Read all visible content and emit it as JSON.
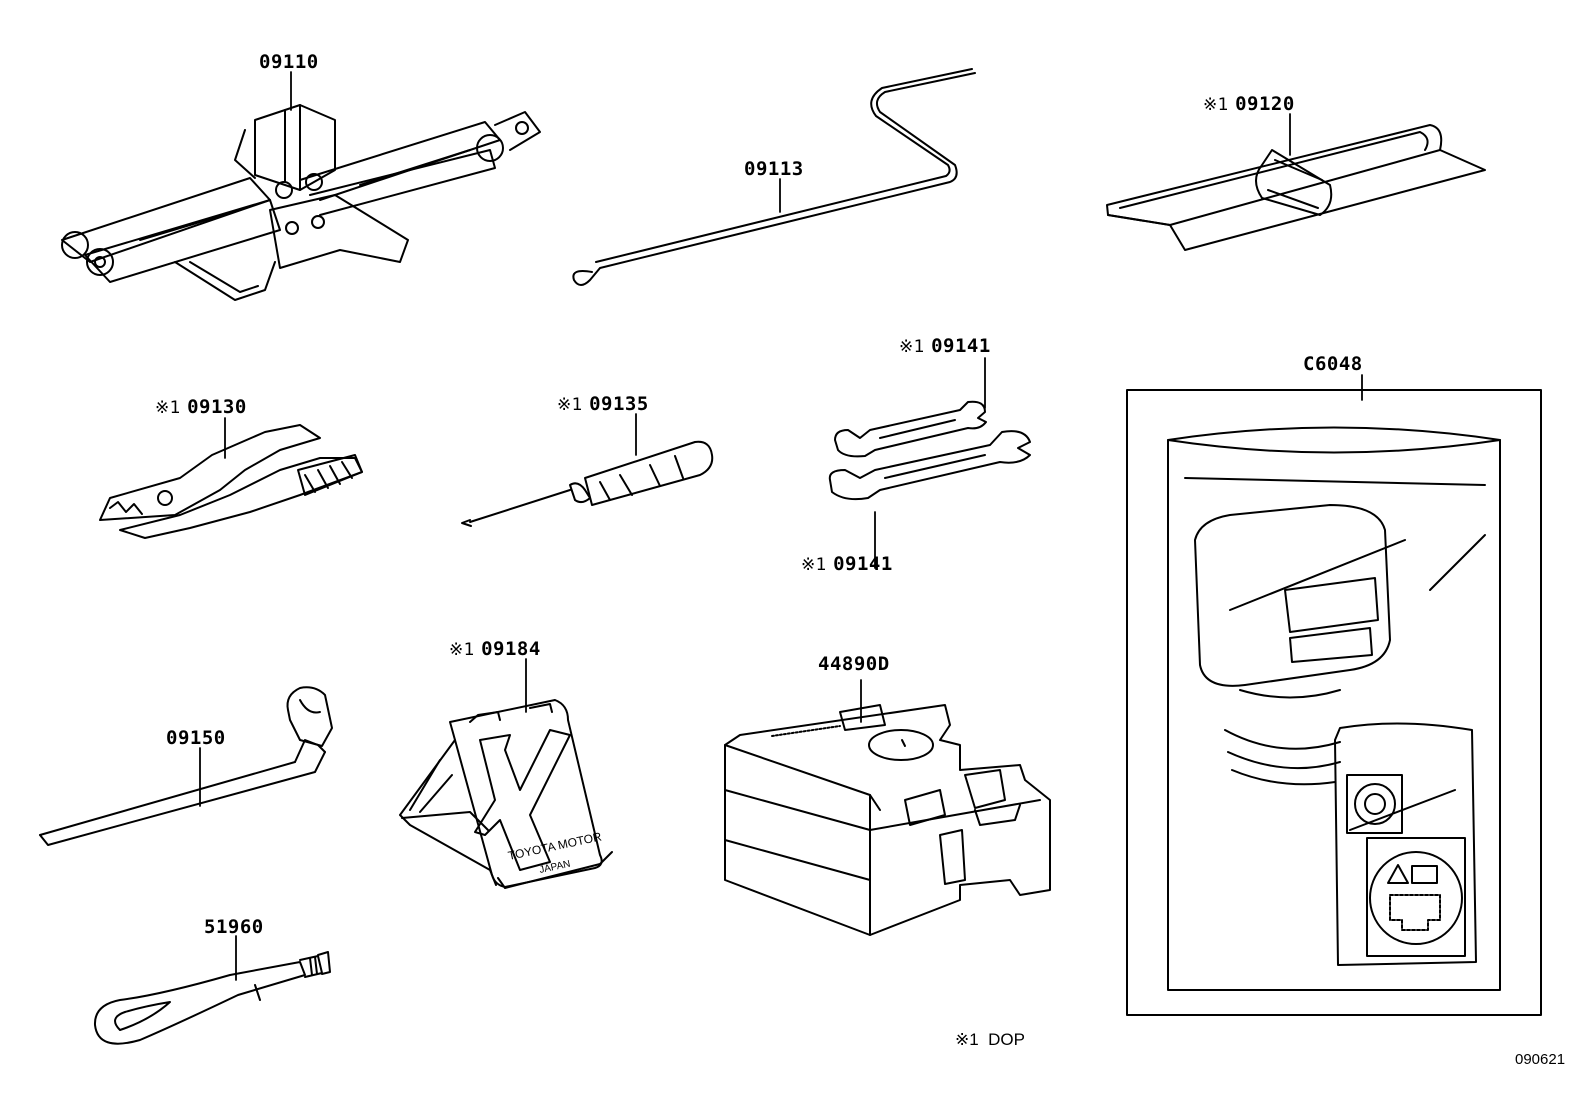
{
  "mark": "※1",
  "parts": [
    {
      "id": "jack",
      "number": "09110",
      "marked": false
    },
    {
      "id": "jack-handle",
      "number": "09113",
      "marked": false
    },
    {
      "id": "tool-bag",
      "number": "09120",
      "marked": true
    },
    {
      "id": "pliers",
      "number": "09130",
      "marked": true
    },
    {
      "id": "screwdriver",
      "number": "09135",
      "marked": true
    },
    {
      "id": "wrench-upper",
      "number": "09141",
      "marked": true
    },
    {
      "id": "wrench-lower",
      "number": "09141",
      "marked": true
    },
    {
      "id": "kit-label",
      "number": "C6048",
      "marked": false
    },
    {
      "id": "wheel-wrench",
      "number": "09150",
      "marked": false
    },
    {
      "id": "wheel-chock",
      "number": "09184",
      "marked": true
    },
    {
      "id": "repair-kit",
      "number": "44890D",
      "marked": false
    },
    {
      "id": "towing-eye",
      "number": "51960",
      "marked": false
    }
  ],
  "chock_text": {
    "line1": "TOYOTA MOTOR",
    "line2": "JAPAN"
  },
  "legend": {
    "symbol": "※1",
    "text": "DOP"
  },
  "diagram_code": "090621"
}
